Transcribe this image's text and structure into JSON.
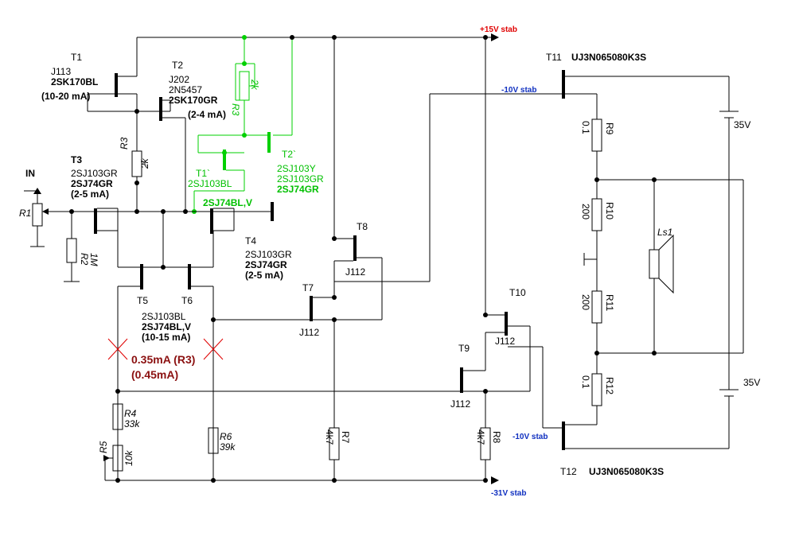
{
  "rails": {
    "pos15": "+15V stab",
    "neg10_top": "-10V stab",
    "neg10_bottom": "-10V stab",
    "neg31": "-31V stab",
    "colors": {
      "pos": "#e00000",
      "neg": "#1030c0",
      "green": "#00c000",
      "note": "#8b1010"
    }
  },
  "input": {
    "label": "IN"
  },
  "t1": {
    "name": "T1",
    "line1": "J113",
    "line2": "2SK170BL",
    "line3": "(10-20 mA)"
  },
  "t2": {
    "name": "T2",
    "line1": "J202",
    "line2": "2N5457",
    "line3": "2SK170GR",
    "line4": "(2-4 mA)"
  },
  "t3": {
    "name": "T3",
    "line1": "2SJ103GR",
    "line2": "2SJ74GR",
    "line3": "(2-5 mA)"
  },
  "t4": {
    "name": "T4",
    "line1": "2SJ103GR",
    "line2": "2SJ74GR",
    "line3": "(2-5 mA)"
  },
  "t5": {
    "name": "T5"
  },
  "t6": {
    "name": "T6"
  },
  "t56": {
    "line1": "2SJ103BL",
    "line2": "2SJ74BL,V",
    "line3": "(10-15 mA)"
  },
  "t7": {
    "name": "T7",
    "type": "J112"
  },
  "t8": {
    "name": "T8",
    "type": "J112"
  },
  "t9": {
    "name": "T9",
    "type": "J112"
  },
  "t10": {
    "name": "T10",
    "type": "J112"
  },
  "t11": {
    "name": "T11",
    "type": "UJ3N065080K3S"
  },
  "t12": {
    "name": "T12",
    "type": "UJ3N065080K3S"
  },
  "green": {
    "t1p": {
      "name": "T1`",
      "type": "2SJ103BL"
    },
    "t2p": {
      "name": "T2`",
      "line1": "2SJ103Y",
      "line2": "2SJ103GR",
      "line3": "2SJ74GR"
    },
    "extra": "2SJ74BL,V",
    "r3": {
      "name": "R3",
      "value": "2k"
    }
  },
  "resistors": {
    "r1": {
      "name": "R1"
    },
    "r2": {
      "name": "R2",
      "value": "1M"
    },
    "r3": {
      "name": "R3",
      "value": "2k"
    },
    "r4": {
      "name": "R4",
      "value": "33k"
    },
    "r5": {
      "name": "R5",
      "value": "10k"
    },
    "r6": {
      "name": "R6",
      "value": "39k"
    },
    "r7": {
      "name": "R7",
      "value": "4k7"
    },
    "r8": {
      "name": "R8",
      "value": "4k7"
    },
    "r9": {
      "name": "R9",
      "value": "0.1"
    },
    "r10": {
      "name": "R10",
      "value": "200"
    },
    "r11": {
      "name": "R11",
      "value": "200"
    },
    "r12": {
      "name": "R12",
      "value": "0.1"
    }
  },
  "batteries": {
    "top": "35V",
    "bottom": "35V"
  },
  "speaker": {
    "name": "Ls1"
  },
  "notes": {
    "line1": "0.35mA (R3)",
    "line2": "(0.45mA)"
  }
}
